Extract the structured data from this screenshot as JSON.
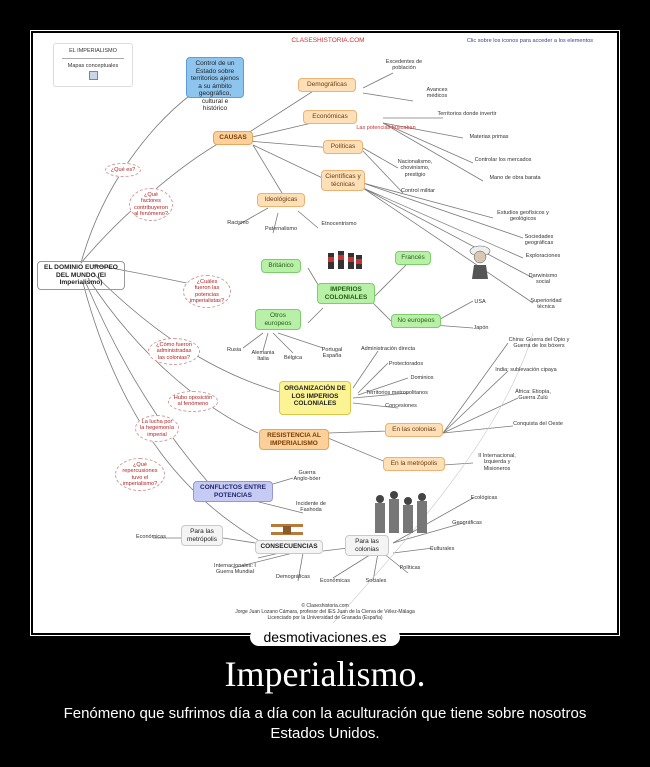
{
  "map": {
    "site": "CLASESHISTORIA.COM",
    "instruction": "Clic sobre los iconos para acceder a los elementos",
    "legend_title": "EL IMPERIALISMO",
    "legend_sub": "Mapas conceptuales",
    "root": "EL DOMINIO EUROPEO DEL MUNDO (El Imperialismo)",
    "control": "Control de un Estado sobre territorios ajenos a su ámbito geográfico, cultural e histórico",
    "q_what": "¿Qué es?",
    "q_factors": "¿Qué factores contribuyeron al fenómeno?",
    "q_powers": "¿Cuáles fueron las potencias imperialistas?",
    "q_admin": "¿Cómo fueron administradas las colonias?",
    "q_opposition": "Hubo oposición al fenómeno",
    "q_struggle": "La lucha por la hegemonía imperial",
    "q_repercussions": "¿Qué repercusiones tuvo el imperialismo?",
    "causas": "CAUSAS",
    "demograficas": "Demográficas",
    "excedentes": "Excedentes de población",
    "avances": "Avances médicos",
    "economicas": "Económicas",
    "territorios_invertir": "Territorios donde invertir",
    "las_potencias_buscaban": "Las potencias buscaban",
    "materias_primas": "Materias primas",
    "controlar_mercados": "Controlar los mercados",
    "mano_obra": "Mano de obra barata",
    "politicas": "Políticas",
    "nacionalismo": "Nacionalismo, chovinismo, prestigio",
    "control_militar": "Control militar",
    "cientificas": "Científicas y técnicas",
    "estudios": "Estudios geofísicos y geológicos",
    "sociedades": "Sociedades geográficas",
    "exploraciones": "Exploraciones",
    "darwinismo": "Darwinismo social",
    "superioridad": "Superioridad técnica",
    "ideologicas": "Ideológicas",
    "racismo": "Racismo",
    "paternalismo": "Paternalismo",
    "etnocentrismo": "Etnocentrismo",
    "britanico": "Británico",
    "frances": "Francés",
    "imperios": "IMPERIOS COLONIALES",
    "otros": "Otros europeos",
    "rusia": "Rusia",
    "alemania": "Alemania Italia",
    "belgica": "Bélgica",
    "portugal": "Portugal España",
    "no_europeos": "No europeos",
    "usa": "USA",
    "japon": "Japón",
    "organizacion": "ORGANIZACIÓN DE LOS IMPERIOS COLONIALES",
    "admin_directa": "Administración directa",
    "protectorados": "Protectorados",
    "dominios": "Dominios",
    "territorios_metro": "Territorios metropolitanos",
    "concesiones": "Concesiones",
    "resistencia": "RESISTENCIA AL IMPERIALISMO",
    "en_colonias": "En las colonias",
    "china": "China: Guerra del Opio y Guerra de los bóxers",
    "india": "India: sublevación cipaya",
    "africa": "África: Etiopía, Guerra Zulú",
    "conquista_oeste": "Conquista del Oeste",
    "en_metropoli": "En la metrópolis",
    "internacional": "II Internacional, Izquierda y Misioneros",
    "conflictos": "CONFLICTOS ENTRE POTENCIAS",
    "guerra_anglo": "Guerra Anglo-bóer",
    "incidente": "Incidente de Fashoda",
    "consecuencias": "CONSECUENCIAS",
    "para_metropolis": "Para las metrópolis",
    "economicas2": "Económicas",
    "internacionales": "Internacionales: I Guerra Mundial",
    "demograficas2": "Demográficas",
    "economicas3": "Económicas",
    "para_colonias": "Para las colonias",
    "ecologicas": "Ecológicas",
    "geograficas": "Geográficas",
    "culturales": "Culturales",
    "politicas2": "Políticas",
    "sociales": "Sociales",
    "credit1": "© Claseshistoria.com",
    "credit2": "Jorge Juan Lozano Cámara, profesor del IES Juan de la Cierva de Vélez-Málaga",
    "credit3": "Licenciado por la Universidad de Granada (España)"
  },
  "brand": "desmotivaciones.es",
  "title": "Imperialismo.",
  "caption": "Fenómeno que sufrimos día a día con la aculturación que tiene sobre nosotros Estados Unidos.",
  "colors": {
    "background": "#000000",
    "frame": "#ffffff"
  }
}
